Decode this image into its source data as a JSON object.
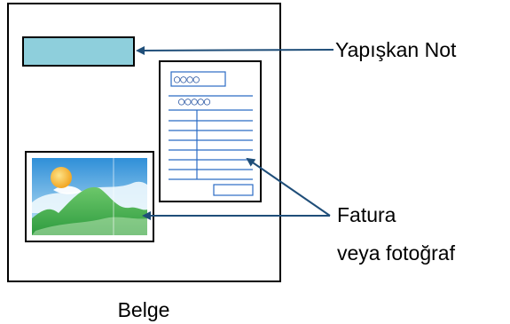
{
  "labels": {
    "sticky_note": "Yapışkan Not",
    "invoice_line1": "Fatura",
    "invoice_line2": "veya fotoğraf",
    "document": "Belge"
  },
  "invoice_marks": {
    "row1": "○○○○",
    "row2": "○○○○○"
  },
  "colors": {
    "outline": "#000000",
    "sticky_fill": "#8ecfdc",
    "arrow": "#1f4e79",
    "invoice_lines": "#2b6cc4",
    "sky_top": "#2f8fd8",
    "sky_bottom": "#bfe6f7",
    "sun": "#f5b53a",
    "hills": "#3aa84a"
  }
}
